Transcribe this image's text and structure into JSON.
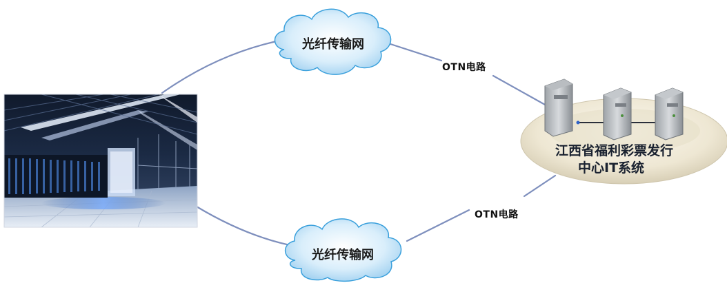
{
  "clouds": {
    "top_label": "光纤传输网",
    "bottom_label": "光纤传输网"
  },
  "circuits": {
    "top_label": "OTN电路",
    "bottom_label": "OTN电路"
  },
  "system": {
    "line1": "江西省福利彩票发行",
    "line2": "中心IT系统"
  },
  "colors": {
    "link_line": "#7e8fbd",
    "cloud_fill": "#cfe8f8",
    "cloud_edge": "#3aa0dc",
    "disc_fill": "#efeadc"
  }
}
